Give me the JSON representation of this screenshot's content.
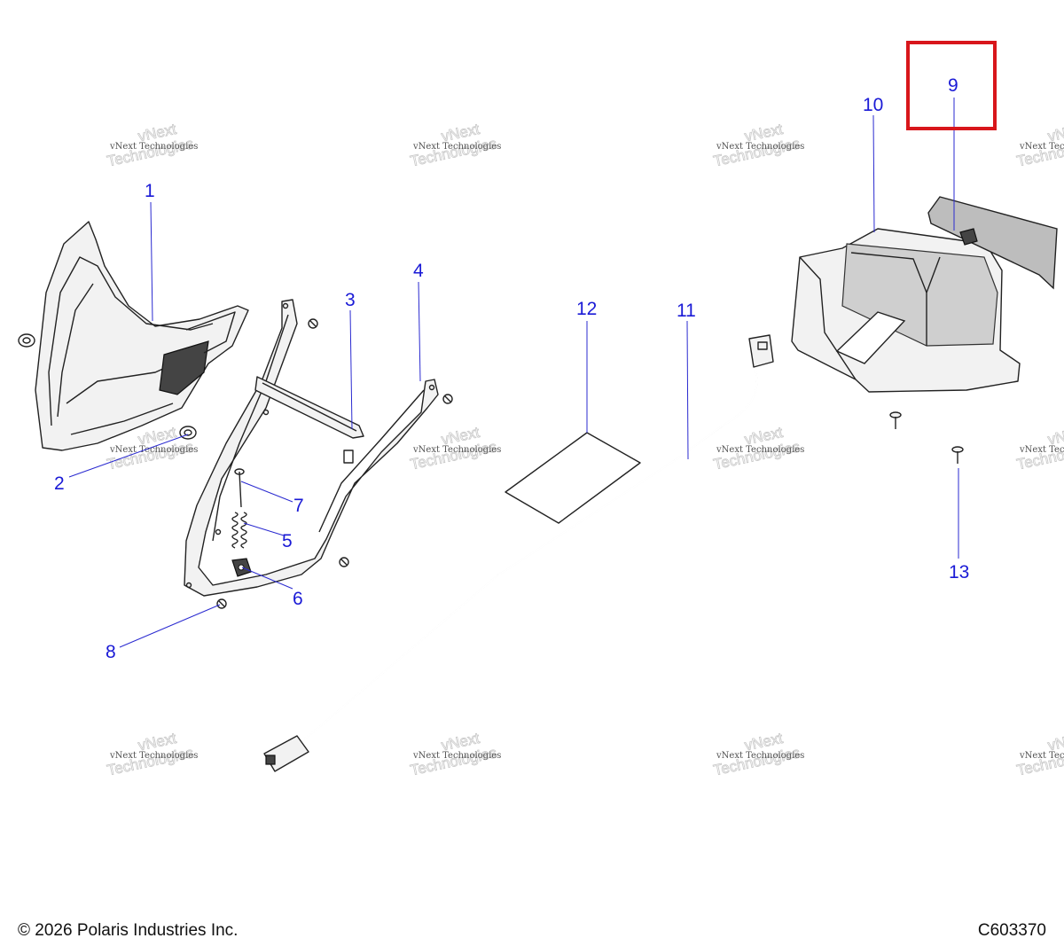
{
  "watermark": {
    "line1": "vNext Technologies",
    "line2": "vNext",
    "line3": "Technologies"
  },
  "callouts": [
    "1",
    "2",
    "3",
    "4",
    "5",
    "6",
    "7",
    "8",
    "9",
    "10",
    "11",
    "12",
    "13"
  ],
  "highlighted_callout": "9",
  "colors": {
    "callout": "#1a1ad6",
    "highlight": "#d8161b"
  },
  "footer": {
    "copyright": "© 2026 Polaris Industries Inc.",
    "diagram_id": "C603370"
  }
}
